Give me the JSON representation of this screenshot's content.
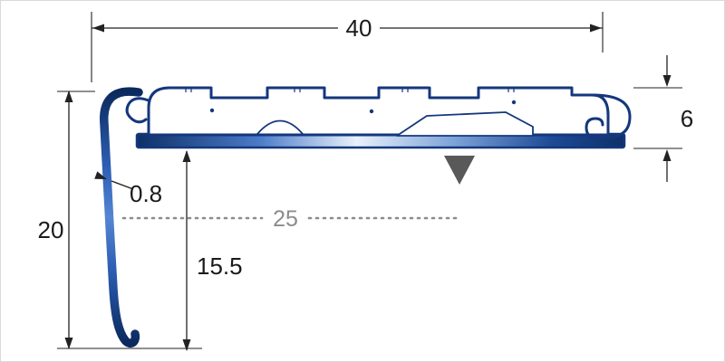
{
  "drawing": {
    "kind": "profile-cross-section-technical-drawing"
  },
  "labels": {
    "width_top": "40",
    "height_right": "6",
    "wall_thickness": "0.8",
    "leg_height_left": "20",
    "inset_width": "25",
    "leg_drop": "15.5"
  },
  "colors": {
    "profile_outline": "#14377d",
    "profile_gradient_light": "#e8f1fb",
    "profile_gradient_dark": "#0e3068",
    "dimension_lines": "#222222",
    "secondary_dimension_gray": "#8c8c8c",
    "marker_triangle": "#595959",
    "background": "#ffffff"
  }
}
